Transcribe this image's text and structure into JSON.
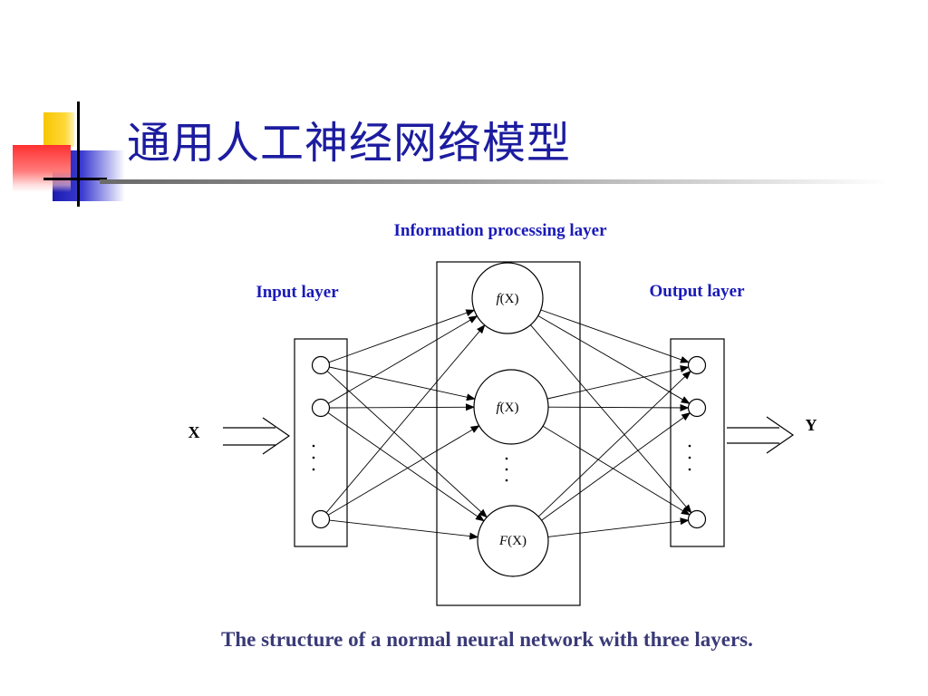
{
  "slide": {
    "title": "通用人工神经网络模型",
    "caption": "The structure of a normal neural network with three layers."
  },
  "diagram": {
    "info_layer_label": "Information processing layer",
    "input_layer_label": "Input layer",
    "output_layer_label": "Output layer",
    "input_symbol": "X",
    "output_symbol": "Y",
    "hidden_nodes": [
      {
        "func": "f",
        "arg": "(X)"
      },
      {
        "func": "f",
        "arg": "(X)"
      },
      {
        "func": "F",
        "arg": "(X)"
      }
    ],
    "input_node_count": 3,
    "output_node_count": 3,
    "ellipsis": "·\n·\n·"
  },
  "colors": {
    "title": "#1c1ca0",
    "layer_label": "#1a1ab8",
    "caption": "#3a3a78",
    "deco_yellow": "#f7c600",
    "deco_blue": "#1b1bb0",
    "deco_red": "#ff3030"
  }
}
